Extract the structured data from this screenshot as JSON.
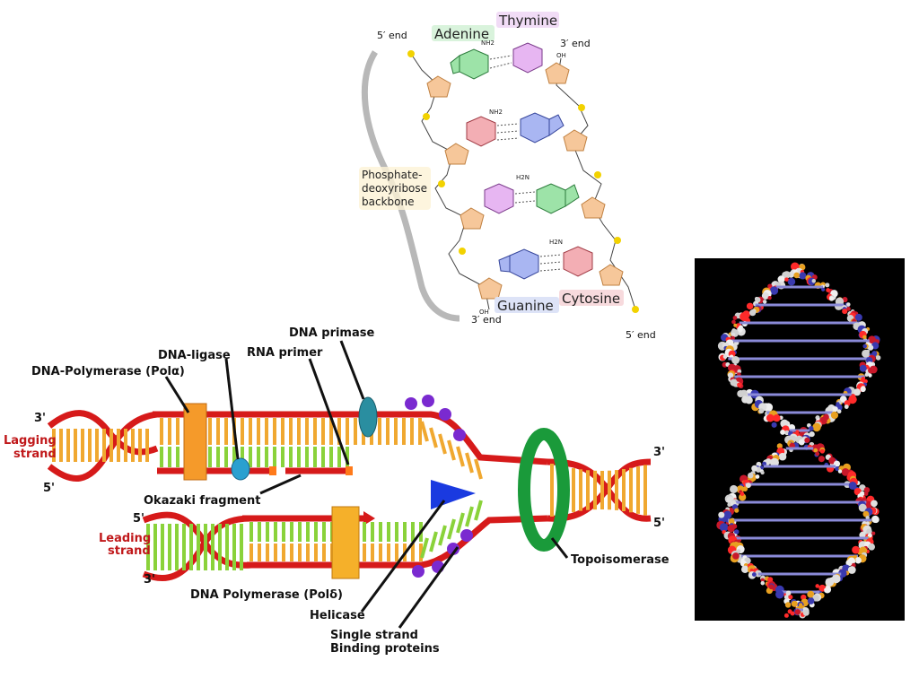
{
  "structure": {
    "end_5_top": "5′ end",
    "end_3_top": "3′ end",
    "end_3_bottom": "3′ end",
    "end_5_bottom": "5′ end",
    "adenine": "Adenine",
    "thymine": "Thymine",
    "guanine": "Guanine",
    "cytosine": "Cytosine",
    "backbone_line1": "Phosphate-",
    "backbone_line2": "deoxyribose",
    "backbone_line3": "backbone",
    "nh2": "NH2",
    "h2n": "H2N",
    "oh": "OH"
  },
  "replication": {
    "lagging_3": "3'",
    "lagging_line1": "Lagging",
    "lagging_line2": "strand",
    "lagging_5": "5'",
    "leading_5": "5'",
    "leading_line1": "Leading",
    "leading_line2": "strand",
    "leading_3": "3'",
    "right_3": "3'",
    "right_5": "5'",
    "dna_polymerase_alpha": "DNA-Polymerase (Polα)",
    "dna_ligase": "DNA-ligase",
    "rna_primer": "RNA primer",
    "dna_primase": "DNA primase",
    "okazaki": "Okazaki fragment",
    "dna_polymerase_delta": "DNA Polymerase (Polδ)",
    "helicase": "Helicase",
    "ssb_line1": "Single strand",
    "ssb_line2": "Binding proteins",
    "topoisomerase": "Topoisomerase"
  },
  "model": {
    "background": "#000000"
  }
}
